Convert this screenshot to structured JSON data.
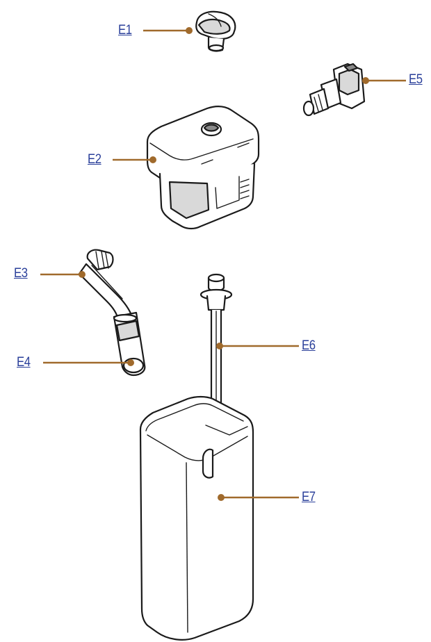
{
  "colors": {
    "leader": "#a06a2c",
    "label": "#2a3f9a",
    "outline": "#1a1a1a"
  },
  "labels": {
    "E1": "E1",
    "E2": "E2",
    "E3": "E3",
    "E4": "E4",
    "E5": "E5",
    "E6": "E6",
    "E7": "E7"
  }
}
